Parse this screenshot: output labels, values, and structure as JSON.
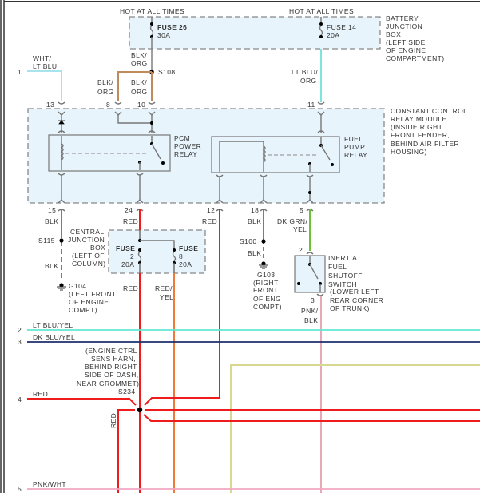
{
  "diagram": {
    "title": "Fuel Pump / PCM Power Relay Wiring Diagram",
    "hot_label_left": "HOT AT ALL TIMES",
    "hot_label_right": "HOT AT ALL TIMES",
    "battery_junction_box": {
      "label_lines": [
        "BATTERY",
        "JUNCTION",
        "BOX",
        "(LEFT SIDE",
        "OF ENGINE",
        "COMPARTMENT)"
      ],
      "fuses": [
        {
          "name": "FUSE 26",
          "rating": "30A"
        },
        {
          "name": "FUSE 14",
          "rating": "20A"
        }
      ]
    },
    "splices": {
      "s108": "S108",
      "s115": "S115",
      "s100": "S100",
      "s234": "S234"
    },
    "wire_colors": {
      "wht_lt_blu": [
        "WHT/",
        "LT BLU"
      ],
      "blk_org_top": [
        "BLK/",
        "ORG"
      ],
      "blk_org_8": [
        "BLK/",
        "ORG"
      ],
      "blk_org_10": [
        "BLK/",
        "ORG"
      ],
      "lt_blu_org": [
        "LT BLU/",
        "ORG"
      ],
      "blk_15": "BLK",
      "blk_15b": "BLK",
      "red_24": "RED",
      "red_12": "RED",
      "blk_18": "BLK",
      "blk_18b": "BLK",
      "dk_grn_yel": [
        "DK GRN/",
        "YEL"
      ],
      "red_fuse2": "RED",
      "red_yel_fuse8": [
        "RED/",
        "YEL"
      ],
      "pnk_blk": [
        "PNK/",
        "BLK"
      ],
      "red_vertical": "RED"
    },
    "relay_module": {
      "label_lines": [
        "CONSTANT CONTROL",
        "RELAY MODULE",
        "(INSIDE RIGHT",
        "FRONT FENDER,",
        "BEHIND AIR FILTER",
        "HOUSING)"
      ],
      "pcm_relay": [
        "PCM",
        "POWER",
        "RELAY"
      ],
      "fuel_pump_relay": [
        "FUEL",
        "PUMP",
        "RELAY"
      ],
      "pins_top": [
        "13",
        "8",
        "10",
        "11"
      ],
      "pins_bottom": [
        "15",
        "24",
        "12",
        "18",
        "5"
      ]
    },
    "central_junction_box": {
      "label_lines": [
        "CENTRAL",
        "JUNCTION",
        "BOX",
        "(LEFT OF",
        "COLUMN)"
      ],
      "fuses": [
        {
          "name": "FUSE",
          "number": "2",
          "rating": "20A"
        },
        {
          "name": "FUSE",
          "number": "8",
          "rating": "20A"
        }
      ]
    },
    "grounds": {
      "g104": {
        "id": "G104",
        "lines": [
          "(LEFT FRONT",
          "OF ENGINE",
          "COMPT)"
        ]
      },
      "g103": {
        "id": "G103",
        "lines": [
          "(RIGHT",
          "FRONT",
          "OF ENG",
          "COMPT)"
        ]
      }
    },
    "inertia_switch": {
      "label_lines": [
        "INERTIA",
        "FUEL",
        "SHUTOFF",
        "SWITCH",
        "(LOWER LEFT",
        "REAR CORNER",
        "OF TRUNK)"
      ],
      "pin_top": "2",
      "pin_bottom": "3"
    },
    "s234_location": [
      "(ENGINE CTRL",
      "SENS HARN,",
      "BEHIND RIGHT",
      "SIDE OF DASH,",
      "NEAR GROMMET)"
    ],
    "continuation_lines": [
      {
        "number": "1",
        "label": ""
      },
      {
        "number": "2",
        "label": "LT BLU/YEL"
      },
      {
        "number": "3",
        "label": "DK BLU/YEL"
      },
      {
        "number": "4",
        "label": "RED"
      },
      {
        "number": "5",
        "label": "PNK/WHT"
      }
    ],
    "colors": {
      "wht_lt_blu": "#a8e4ee",
      "blk_org": "#c08a5a",
      "lt_blu_org": "#7fe3df",
      "blk": "#6e6e6e",
      "red": "#ee1c1c",
      "red_yel": "#f07a3a",
      "dk_grn_yel": "#6cc13a",
      "pnk_blk": "#e8a8b8",
      "lt_blu_yel": "#5fe8d0",
      "dk_blu_yel": "#1c2f6e",
      "pnk_wht": "#f2a6c2",
      "tan": "#d8d890",
      "box_fill": "#e8f4fb"
    }
  }
}
